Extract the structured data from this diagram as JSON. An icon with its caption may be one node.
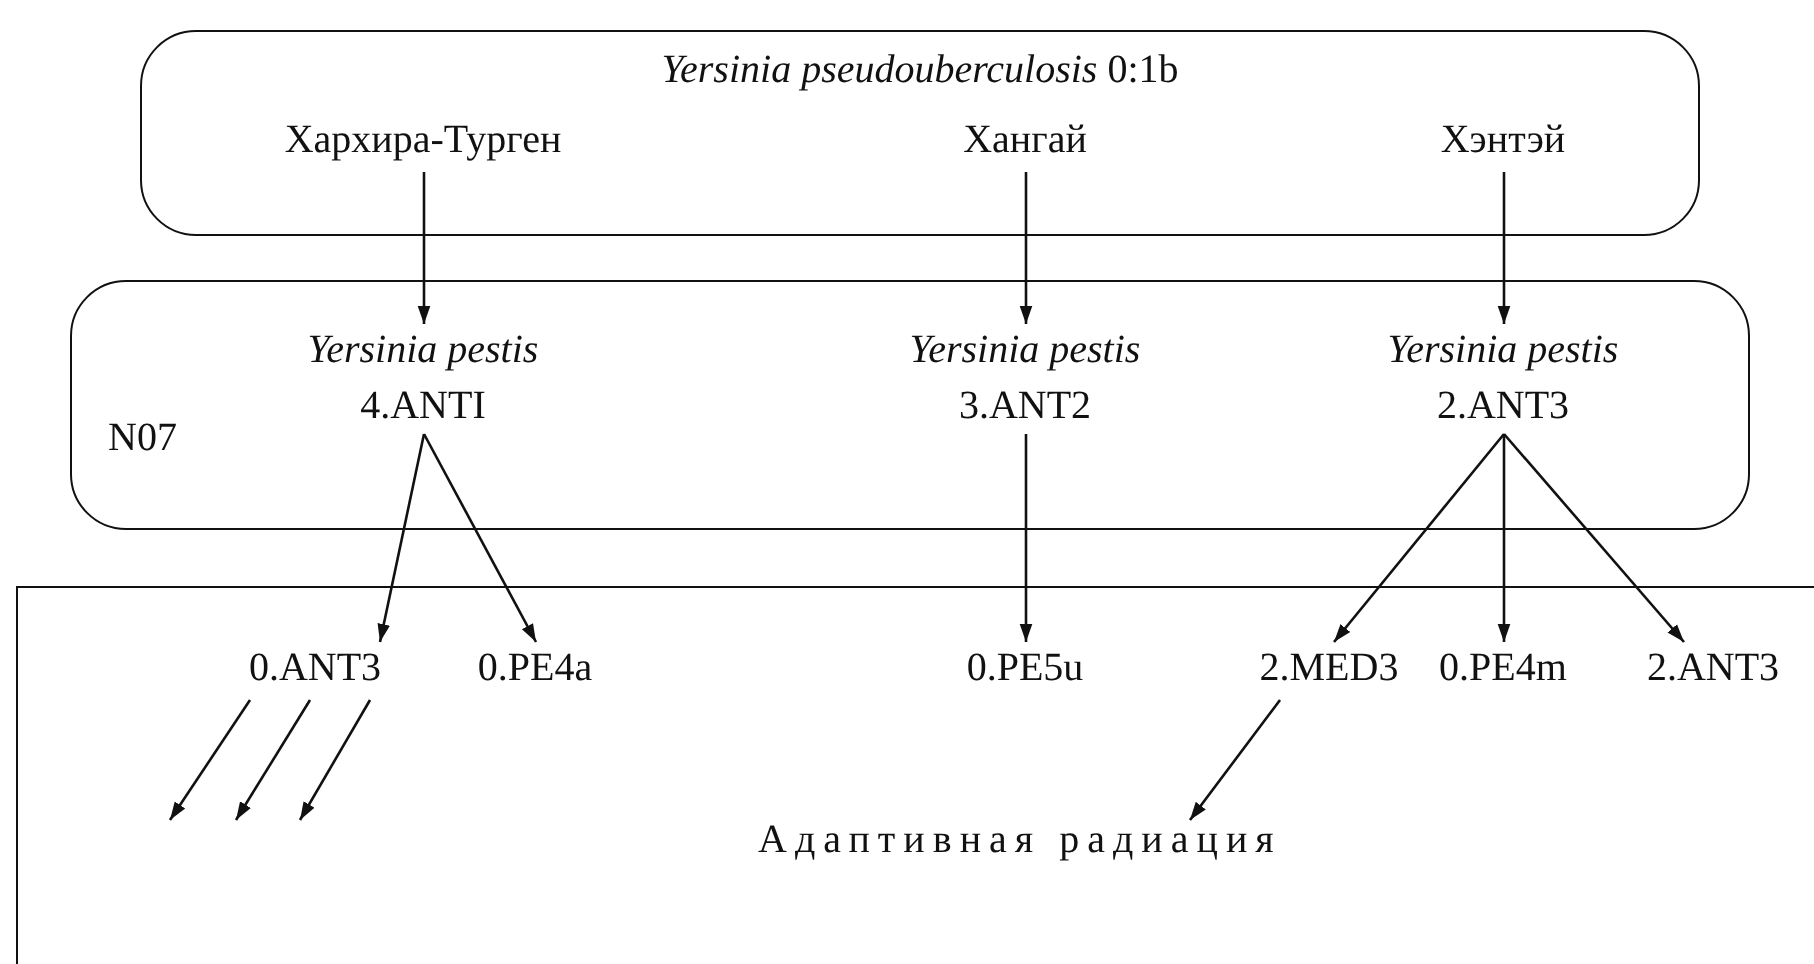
{
  "diagram": {
    "nodes": [
      {
        "text": [
          "*Yersinia pseudouberculosis* 0:1b"
        ]
      },
      {
        "text": [
          "Хархира-Турген"
        ],
        "in": 0
      },
      {
        "text": [
          "Хангай"
        ],
        "in": 0
      },
      {
        "text": [
          "Хэнтэй"
        ],
        "in": 0
      },
      {
        "text": [
          "N07"
        ]
      },
      {
        "text": [
          "Yersinia pestis",
          "4.ANTI"
        ],
        "in": 4
      },
      {
        "text": [
          "Yersinia pestis",
          "3.ANT2"
        ],
        "in": 4
      },
      {
        "text": [
          "Yersinia pestis",
          "2.ANT3"
        ],
        "in": 4
      },
      {
        "text": [
          "Адаптивная радиация"
        ]
      },
      {
        "text": [
          "0.ANT3"
        ],
        "in": 8
      },
      {
        "text": [
          "0.PE4a"
        ],
        "in": 8
      },
      {
        "text": [
          "0.PE5u"
        ],
        "in": 8
      },
      {
        "text": [
          "2.MED3"
        ],
        "in": 8
      },
      {
        "text": [
          "0.PE4m"
        ],
        "in": 8
      },
      {
        "text": [
          "2.ANT3"
        ],
        "in": 8
      }
    ],
    "edges": [
      {
        "from": 1,
        "to": 5,
        "arrow": "to"
      },
      {
        "from": 2,
        "to": 6,
        "arrow": "to"
      },
      {
        "from": 3,
        "to": 7,
        "arrow": "to"
      },
      {
        "from": 5,
        "to": 9,
        "arrow": "to"
      },
      {
        "from": 5,
        "to": 10,
        "arrow": "to"
      },
      {
        "from": 6,
        "to": 11,
        "arrow": "to"
      },
      {
        "from": 7,
        "to": 12,
        "arrow": "to"
      },
      {
        "from": 7,
        "to": 13,
        "arrow": "to"
      },
      {
        "from": 7,
        "to": 14,
        "arrow": "to"
      },
      {
        "from": 9,
        "to": null,
        "arrow": "to"
      },
      {
        "from": 9,
        "to": null,
        "arrow": "to"
      },
      {
        "from": 9,
        "to": null,
        "arrow": "to"
      },
      {
        "from": 12,
        "to": null,
        "arrow": "to"
      }
    ]
  }
}
